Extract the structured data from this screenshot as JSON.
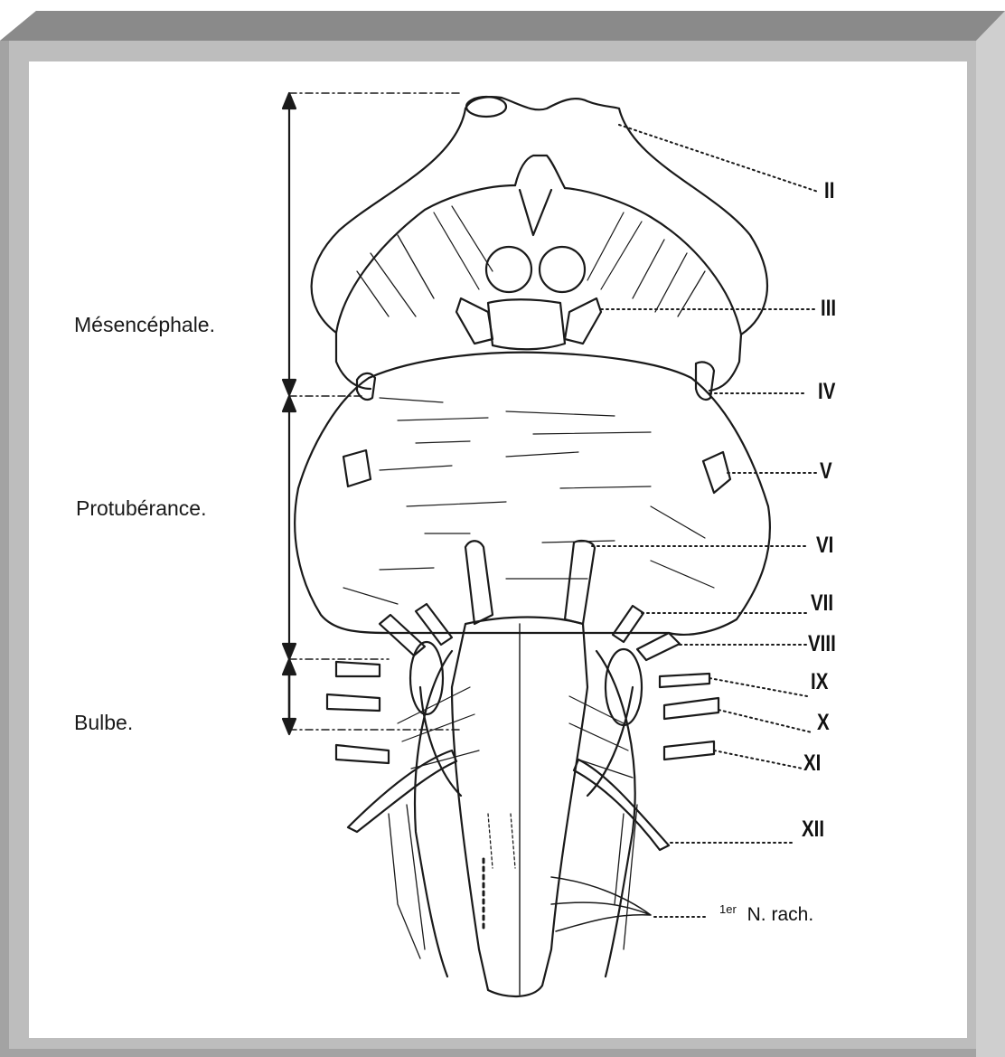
{
  "figure": {
    "regions": [
      {
        "key": "mesencephale",
        "label": "Mésencéphale."
      },
      {
        "key": "protuberance",
        "label": "Protubérance."
      },
      {
        "key": "bulbe",
        "label": "Bulbe."
      }
    ],
    "nerves": [
      "II",
      "III",
      "IV",
      "V",
      "VI",
      "VII",
      "VIII",
      "IX",
      "X",
      "XI",
      "XII"
    ],
    "spinal_nerve": {
      "superscript_label": "1er",
      "label": "N. rach."
    }
  },
  "colors": {
    "frame_bevel": "#a6a6a6",
    "frame_top": "#8c8c8c",
    "frame_shadow": "#d2d2d2",
    "ink": "#1a1a1a",
    "paper": "#ffffff"
  }
}
